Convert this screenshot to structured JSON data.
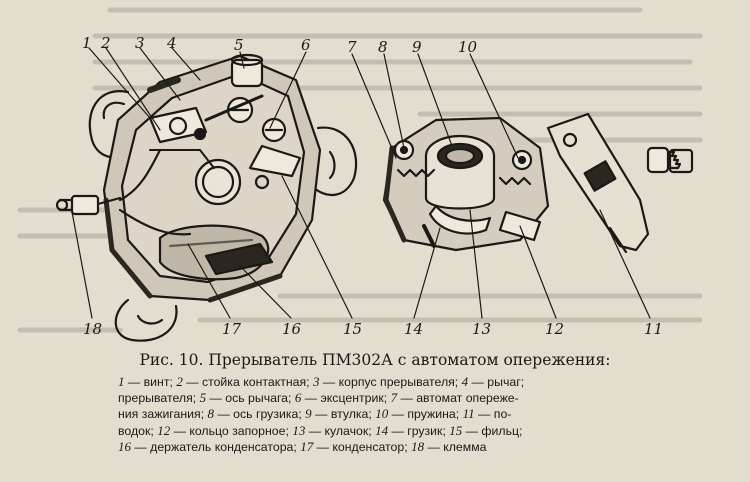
{
  "figure": {
    "callouts": [
      "1",
      "2",
      "3",
      "4",
      "5",
      "6",
      "7",
      "8",
      "9",
      "10",
      "11",
      "12",
      "13",
      "14",
      "15",
      "16",
      "17",
      "18"
    ]
  },
  "caption": {
    "title": "Рис. 10. Прерыватель ПМ302А с автоматом опережения:",
    "lines": [
      [
        [
          "1",
          "винт"
        ],
        [
          "2",
          "стойка контактная"
        ],
        [
          "3",
          "корпус прерывателя"
        ],
        [
          "4",
          "рычаг"
        ]
      ],
      [
        [
          "",
          "прерывателя"
        ],
        [
          "5",
          "ось рычага"
        ],
        [
          "6",
          "эксцентрик"
        ],
        [
          "7",
          "автомат опереже-"
        ]
      ],
      [
        [
          "",
          "ния зажигания"
        ],
        [
          "8",
          "ось грузика"
        ],
        [
          "9",
          "втулка"
        ],
        [
          "10",
          "пружина"
        ],
        [
          "11",
          "по-"
        ]
      ],
      [
        [
          "",
          "водок"
        ],
        [
          "12",
          "кольцо запорное"
        ],
        [
          "13",
          "кулачок"
        ],
        [
          "14",
          "грузик"
        ],
        [
          "15",
          "фильц"
        ]
      ],
      [
        [
          "16",
          "держатель конденсатора"
        ],
        [
          "17",
          "конденсатор"
        ],
        [
          "18",
          "клемма"
        ]
      ]
    ]
  },
  "colors": {
    "paper": "#e3ddd0",
    "ink": "#1b1916",
    "shadow": "#5f5a52"
  }
}
